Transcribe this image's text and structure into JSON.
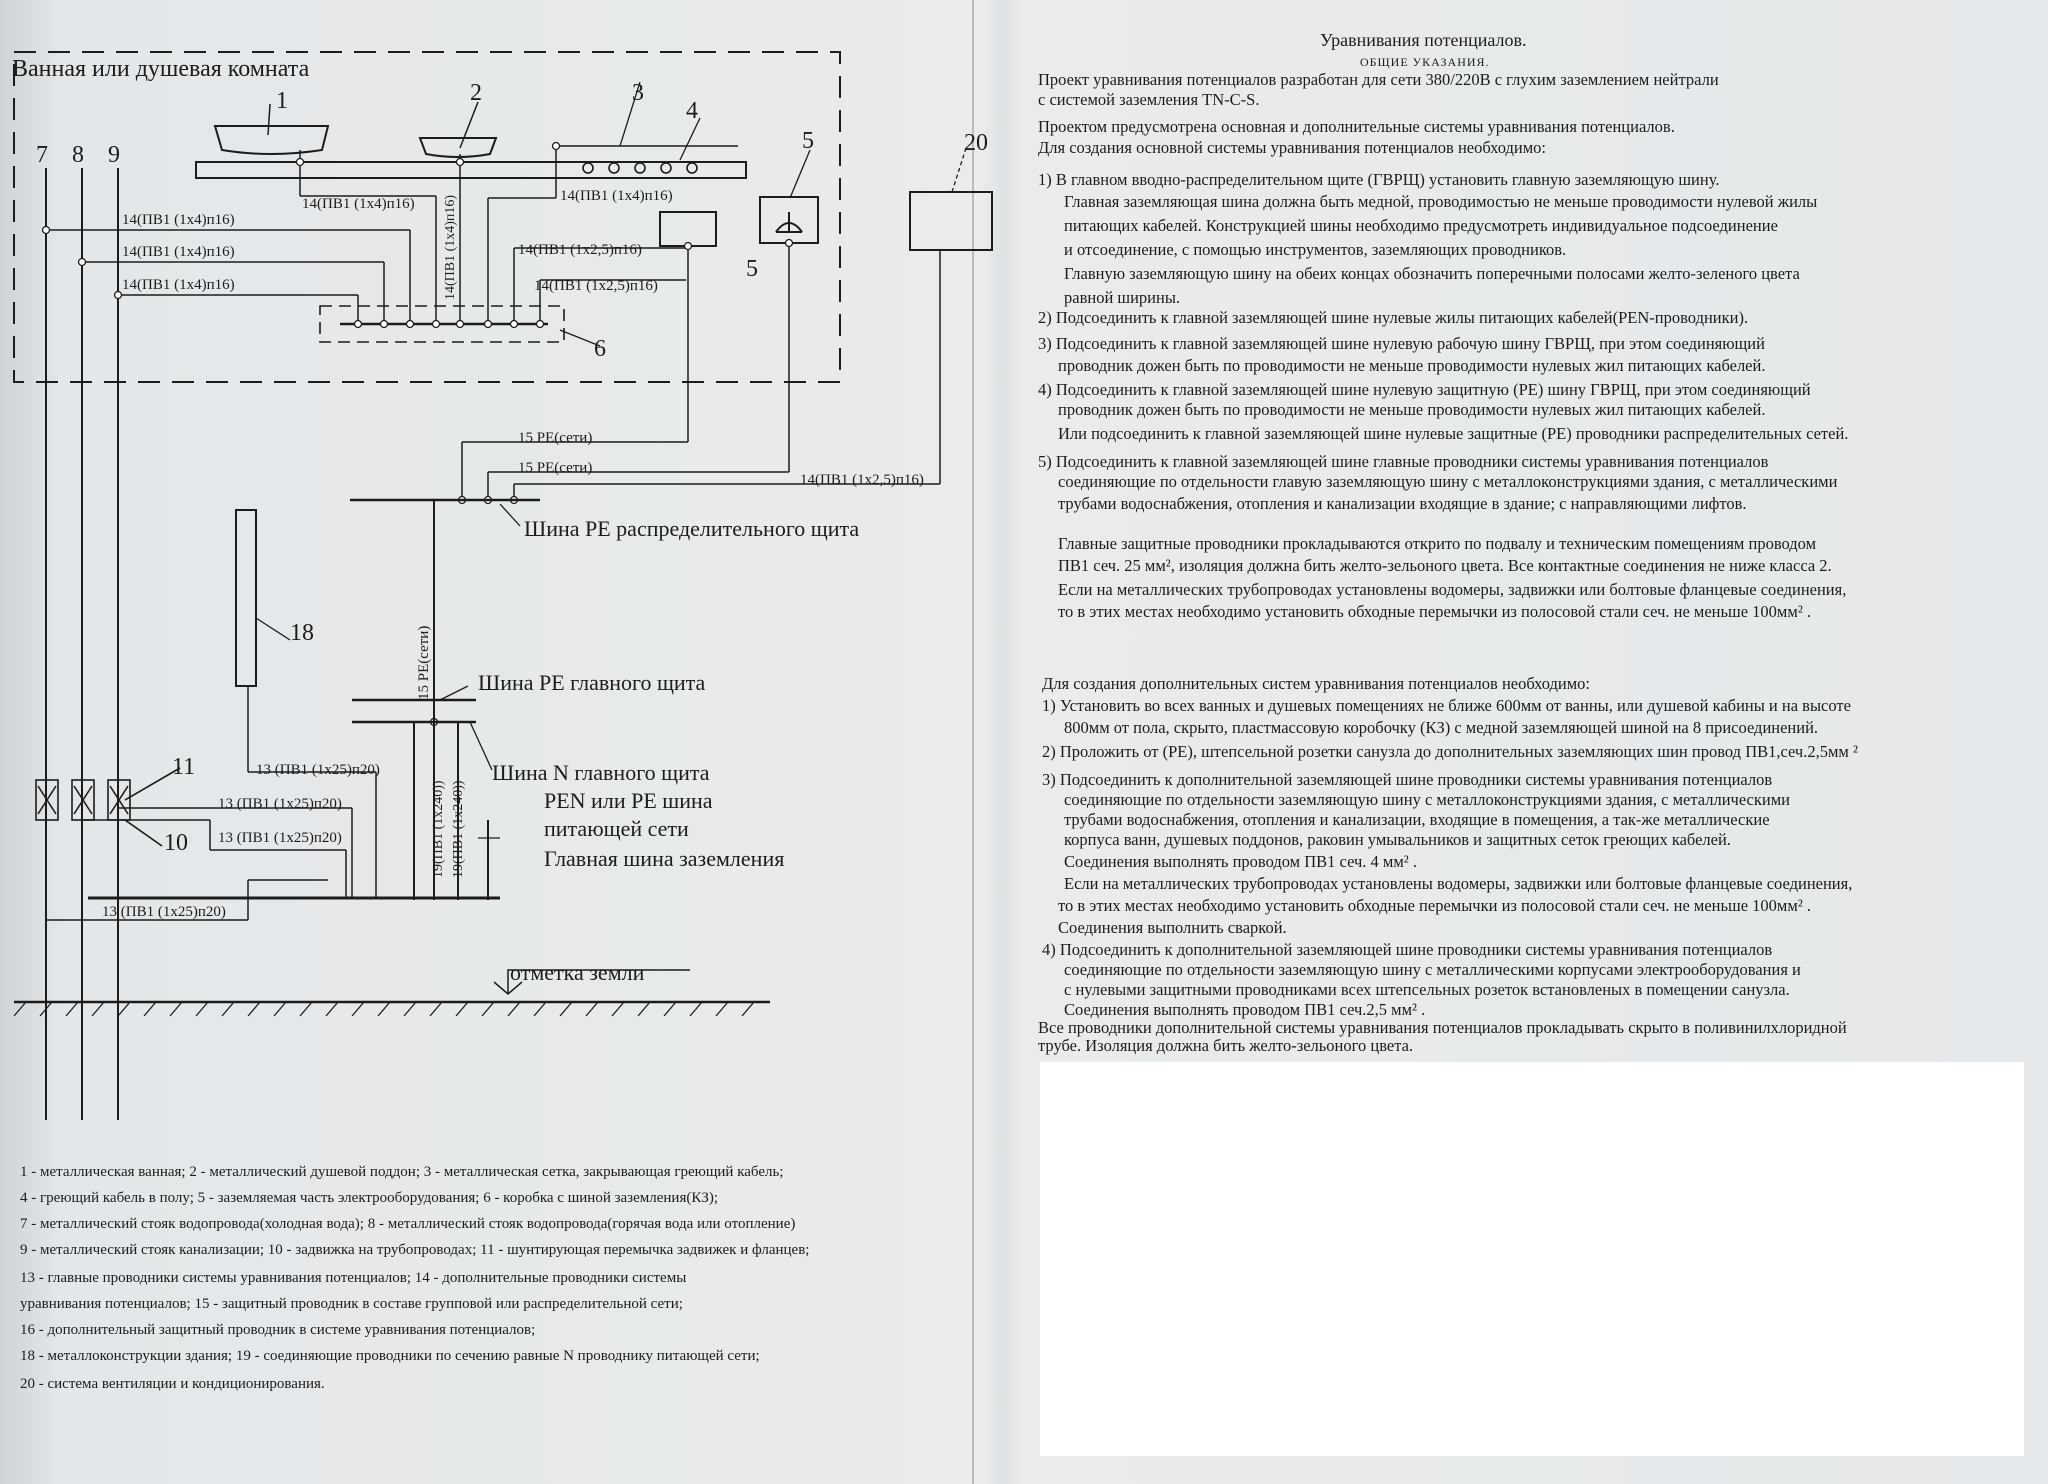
{
  "diagram": {
    "room_label": "Ванная или душевая комната",
    "labels": [
      "1",
      "2",
      "3",
      "4",
      "5",
      "6",
      "7",
      "8",
      "9",
      "10",
      "11",
      "18",
      "20"
    ],
    "wires": [
      "14(ПВ1 (1х4)п16)",
      "14(ПВ1 (1х4)п16)",
      "14(ПВ1 (1х4)п16)",
      "14(ПВ1 (1х4)п16)",
      "14(ПВ1 (1х4)п16)",
      "14(ПВ1 (1х2,5)п16)",
      "14(ПВ1 (1х2,5)п16)",
      "14(ПВ1 (1х2,5)п16)",
      "14(ПВ1 (1х4)п16)",
      "15  PE(сети)",
      "15  PE(сети)",
      "15  PE(сети)",
      "13 (ПВ1 (1х25)п20)",
      "13 (ПВ1 (1х25)п20)",
      "13 (ПВ1 (1х25)п20)",
      "13 (ПВ1 (1х25)п20)",
      "19(ПВ1 (1х240))",
      "19(ПВ1 (1х240))"
    ],
    "buses": {
      "distribution_pe": "Шина PE распределительного щита",
      "main_pe": "Шина PE главного щита",
      "main_n": "Шина  N главного щита",
      "pen_line1": "PEN или PE шина",
      "pen_line2": "питающей сети",
      "main_earthing": "Главная шина заземления"
    },
    "ground_level": "отметка земли"
  },
  "legend": [
    "1 - металлическая ванная; 2 - металлический душевой поддон; 3 - металлическая сетка, закрывающая греющий кабель;",
    "4 - греющий кабель в полу; 5 - заземляемая часть электрооборудования; 6 - коробка с шиной заземления(КЗ);",
    "7 - металлический стояк водопровода(холодная вода); 8 - металлический стояк водопровода(горячая вода или отопление)",
    "9 - металлический стояк канализации; 10 - задвижка на трубопроводах; 11 - шунтирующая перемычка задвижек и фланцев;",
    "13 - главные проводники системы уравнивания потенциалов; 14 - дополнительные проводники системы",
    "уравнивания потенциалов; 15 - защитный проводник в составе групповой или распределительной сети;",
    "16 - дополнительный защитный проводник в системе уравнивания потенциалов;",
    "18 - металлоконструкции здания; 19 - соединяющие проводники по сечению равные N проводнику питающей сети;",
    "20 - система вентиляции и кондиционирования."
  ],
  "notes": {
    "title": "Уравнивания потенциалов.",
    "subtitle": "ОБЩИЕ УКАЗАНИЯ.",
    "lines": [
      "Проект уравнивания потенциалов разработан для сети 380/220В с глухим заземлением нейтрали",
      "с системой заземления TN-C-S.",
      "Проектом предусмотрена основная и дополнительные системы уравнивания потенциалов.",
      "Для создания основной системы уравнивания потенциалов необходимо:",
      "1) В главном вводно-распределительном щите (ГВРЩ) установить главную заземляющую шину.",
      "Главная заземляющая шина должна быть медной, проводимостью не меньше проводимости нулевой жилы",
      "питающих кабелей. Конструкцией шины необходимо предусмотреть индивидуальное подсоединение",
      "и отсоединение, с помощью инструментов, заземляющих проводников.",
      "Главную заземляющую шину на обеих концах обозначить поперечными полосами желто-зеленого цвета",
      "равной ширины.",
      "2) Подсоединить к главной заземляющей шине нулевые жилы питающих кабелей(PEN-проводники).",
      "3) Подсоединить к главной заземляющей шине нулевую рабочую шину ГВРЩ, при этом соединяющий",
      "проводник дожен быть по проводимости не меньше проводимости нулевых жил питающих кабелей.",
      "4) Подсоединить к главной заземляющей шине нулевую защитную (PE) шину ГВРЩ, при этом соединяющий",
      "проводник дожен быть по проводимости не меньше проводимости нулевых жил питающих кабелей.",
      "Или подсоединить к главной заземляющей шине нулевые защитные (PE) проводники распределительных сетей.",
      "5) Подсоединить к главной заземляющей шине главные проводники системы уравнивания потенциалов",
      "соединяющие по отдельности главую заземляющую шину с металлоконструкциями здания, с металлическими",
      "трубами водоснабжения, отопления и канализации входящие в здание; с направляющими лифтов.",
      "Главные защитные проводники прокладываются открито по подвалу и техническим помещениям проводом",
      "ПВ1 сеч. 25 мм², изоляция должна бить желто-зельоного цвета. Все контактные соединения не ниже класса 2.",
      "Если на металлических трубопроводах установлены водомеры, задвижки или болтовые фланцевые соединения,",
      "то в этих местах необходимо установить обходные перемычки из полосовой стали сеч. не меньше 100мм² .",
      "Для создания дополнительных систем уравнивания потенциалов необходимо:",
      "1) Установить во всех ванных и душевых помещениях не ближе 600мм от ванны, или душевой кабины и на высоте",
      "800мм от пола, скрыто, пластмассовую коробочку  (КЗ) с медной заземляющей шиной на 8 присоединений.",
      "2) Проложить от (PE), штепсельной розетки санузла  до дополнительных заземляющих шин провод ПВ1,сеч.2,5мм ²",
      "3) Подсоединить к дополнительной заземляющей шине проводники системы уравнивания потенциалов",
      "соединяющие по отдельности заземляющую шину с металлоконструкциями здания, с металлическими",
      "трубами водоснабжения, отопления и канализации, входящие в помещения, а так-же металлические",
      "корпуса ванн, душевых поддонов, раковин умывальников и защитных сеток греющих кабелей.",
      "Соединения выполнять проводом ПВ1 сеч. 4 мм² .",
      "Если на металлических трубопроводах установлены водомеры, задвижки или болтовые фланцевые соединения,",
      "то в этих местах необходимо установить обходные перемычки из полосовой стали сеч. не меньше 100мм² .",
      "Соединения выполнить сваркой.",
      "4) Подсоединить к дополнительной заземляющей шине проводники системы уравнивания потенциалов",
      "соединяющие по отдельности заземляющую шину с металлическими корпусами электрооборудования и",
      "с нулевыми защитными проводниками всех штепсельных розеток встановленых в помещении санузла.",
      "Соединения выполнять проводом ПВ1 сеч.2,5 мм² .",
      "Все проводники дополнительной системы уравнивания потенциалов прокладывать скрыто в поливинилхлоридной",
      "трубе. Изоляция должна бить желто-зельоного цвета."
    ]
  }
}
